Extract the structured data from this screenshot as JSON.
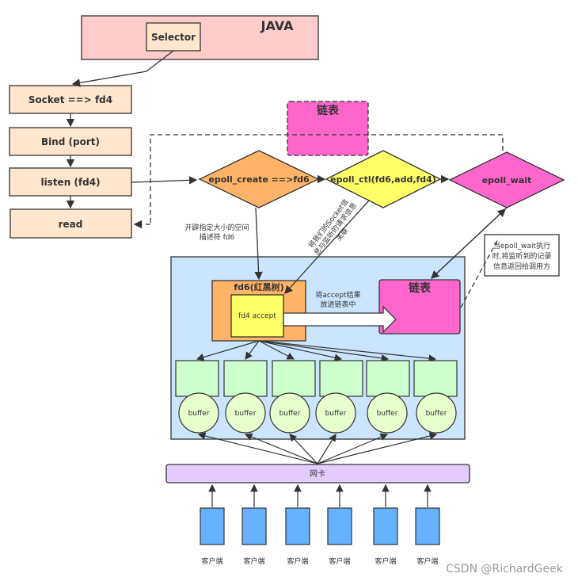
{
  "java": {
    "title": "JAVA",
    "selector": "Selector"
  },
  "steps": {
    "socket": "Socket ==> fd4",
    "bind": "Bind (port)",
    "listen": "listen (fd4)",
    "read": "read"
  },
  "top_linked_list": "链表",
  "epoll": {
    "create": "epoll_create ==>fd6",
    "ctl": "epoll_ctl(fd6,add,fd4)",
    "wait": "epoll_wait"
  },
  "notes": {
    "create_line1": "开辟指定大小的空间",
    "create_line2": "描述符 fd6",
    "ctl_line1": "将我们的Socket信",
    "ctl_line2": "息与监听的请求信息",
    "ctl_line3": "关联",
    "wait_line1": "当epoll_wait执行",
    "wait_line2": "时,将监听到的记录",
    "wait_line3": "信息返回给调用方",
    "accept_line1": "将accept结果",
    "accept_line2": "放进链表中"
  },
  "kernel": {
    "fd6": "fd6(红黑树)",
    "fd4_accept": "fd4  accept",
    "linked_list": "链表",
    "buffer": "buffer"
  },
  "nic": "网卡",
  "client": "客户端",
  "watermark": "CSDN @RichardGeek",
  "colors": {
    "java": "#FFCCCC",
    "step": "#FFE6CC",
    "pink": "#FF66CC",
    "orange": "#FFB366",
    "yellow": "#FFFF66",
    "blue_area": "#CCE5FF",
    "green": "#CCFFCC",
    "buffer": "#E6FFCC",
    "nic": "#E5CCFF",
    "client": "#66B2FF"
  }
}
